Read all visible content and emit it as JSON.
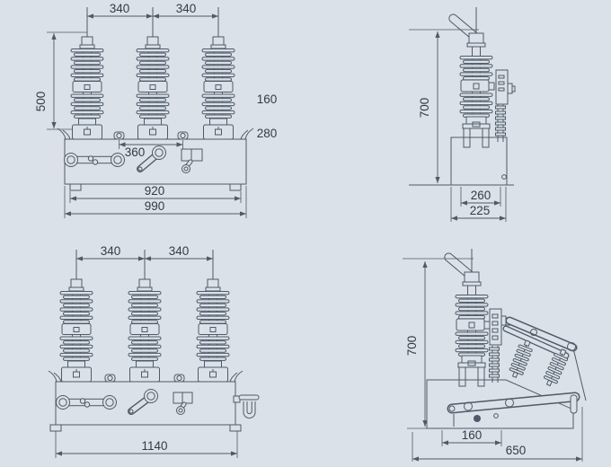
{
  "canvas": {
    "bg": "#dbe1e8",
    "line_color": "#4e5a67",
    "text_color": "#313c47"
  },
  "views": {
    "front_top": {
      "dim_340_left": "340",
      "dim_340_right": "340",
      "dim_500": "500",
      "dim_160": "160",
      "dim_280": "280",
      "dim_360": "360",
      "dim_920": "920",
      "dim_990": "990"
    },
    "side_top": {
      "dim_700": "700",
      "dim_260": "260",
      "dim_225": "225"
    },
    "front_bottom": {
      "dim_340_left": "340",
      "dim_340_right": "340",
      "dim_1140": "1140"
    },
    "side_bottom": {
      "dim_700": "700",
      "dim_160": "160",
      "dim_650": "650"
    }
  }
}
